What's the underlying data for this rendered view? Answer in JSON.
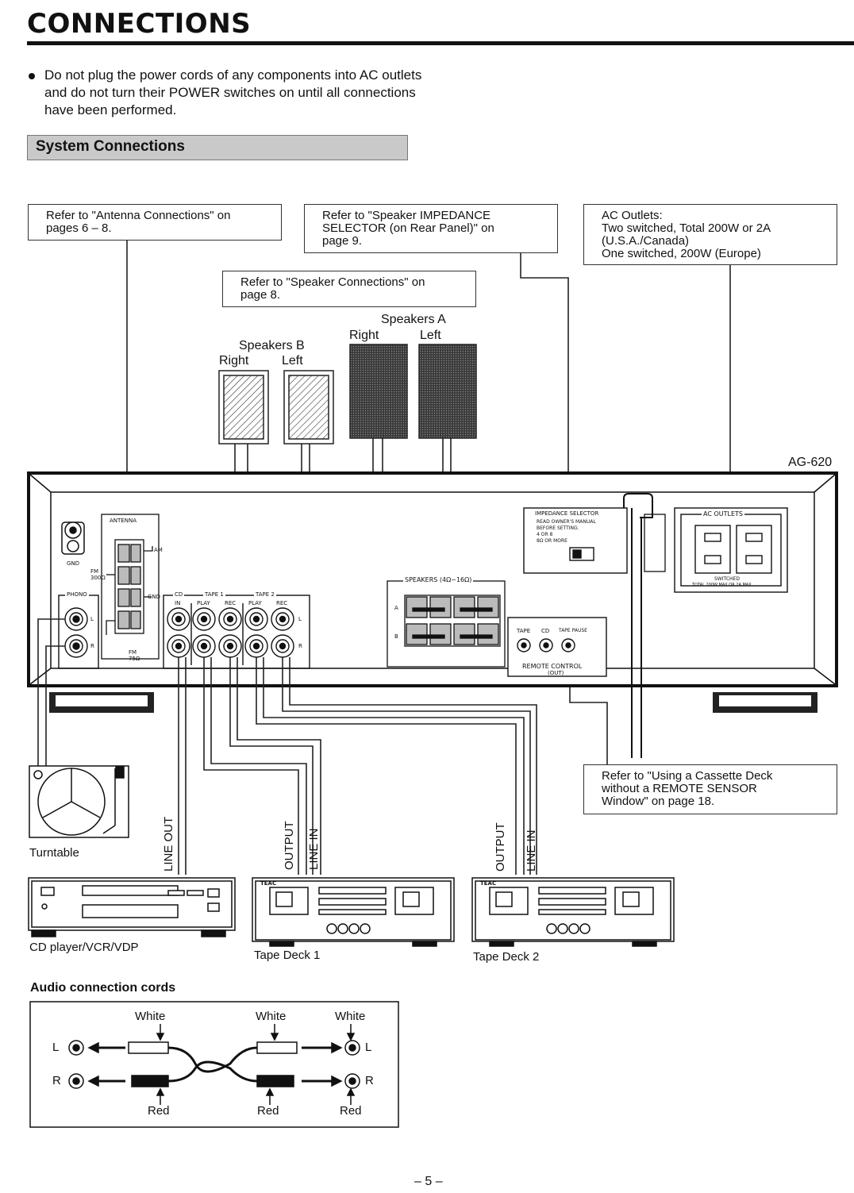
{
  "page": {
    "title": "CONNECTIONS",
    "note": "Do not plug the power cords of any components into AC outlets and do not turn their POWER switches on until all connections have been performed.",
    "section_heading": "System Connections",
    "page_number": "– 5 –"
  },
  "callouts": {
    "antenna": [
      "Refer to \"Antenna Connections\" on",
      "pages 6 – 8."
    ],
    "impedance": [
      "Refer to \"Speaker IMPEDANCE",
      "SELECTOR (on Rear Panel)\" on",
      "page 9."
    ],
    "ac_outlets": [
      "AC Outlets:",
      "Two switched, Total 200W or 2A",
      "(U.S.A./Canada)",
      "One switched, 200W (Europe)"
    ],
    "speaker_conn": [
      "Refer to \"Speaker Connections\" on",
      "page 8."
    ],
    "cassette": [
      "Refer to \"Using a Cassette Deck",
      "without a REMOTE SENSOR",
      "Window\" on page 18."
    ]
  },
  "speakers": {
    "a_title": "Speakers A",
    "b_title": "Speakers B",
    "right": "Right",
    "left": "Left"
  },
  "unit": {
    "model": "AG-620",
    "antenna": "ANTENNA",
    "am": "AM",
    "fm300": "FM 300Ω",
    "gnd_small": "GND",
    "gnd": "GND",
    "fm75": "FM 75Ω",
    "phono": "PHONO",
    "l": "L",
    "r": "R",
    "cd": "CD",
    "tape1": "TAPE 1",
    "tape2": "TAPE 2",
    "in": "IN",
    "play": "PLAY",
    "rec": "REC",
    "speakers_label": "SPEAKERS (4Ω~16Ω)",
    "spk_a": "A",
    "spk_b": "B",
    "impedance_title": "IMPEDANCE SELECTOR",
    "impedance_line1": "READ OWNER'S MANUAL",
    "impedance_line2": "BEFORE SETTING.",
    "impedance_line3": "4 OR 8",
    "impedance_line4": "8Ω OR MORE",
    "remote_tape": "TAPE",
    "remote_cd": "CD",
    "remote_pause": "TAPE PAUSE",
    "remote_title": "REMOTE CONTROL",
    "remote_out": "(OUT)",
    "ac_title": "AC OUTLETS",
    "ac_switched": "SWITCHED",
    "ac_total": "TOTAL 200W MAX OR 2A MAX"
  },
  "devices": {
    "turntable": "Turntable",
    "cd_player": "CD player/VCR/VDP",
    "tape_deck_1": "Tape Deck 1",
    "tape_deck_2": "Tape Deck 2",
    "line_out": "LINE OUT",
    "output": "OUTPUT",
    "line_in": "LINE IN",
    "brand": "TEAC"
  },
  "cords": {
    "heading": "Audio connection cords",
    "white": "White",
    "red": "Red",
    "l": "L",
    "r": "R"
  }
}
